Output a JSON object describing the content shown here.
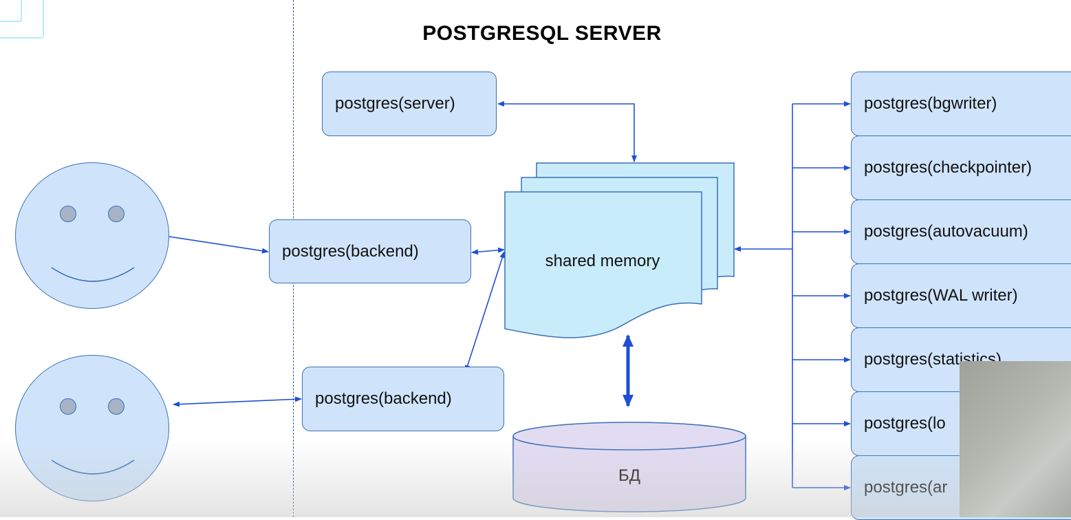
{
  "title": "POSTGRESQL SERVER",
  "server_process": "postgres(server)",
  "backends": [
    "postgres(backend)",
    "postgres(backend)"
  ],
  "shared_memory": "shared memory",
  "database": "БД",
  "aux_processes": [
    "postgres(bgwriter)",
    "postgres(checkpointer)",
    "postgres(autovacuum)",
    "postgres(WAL writer)",
    "postgres(statistics)",
    "postgres(lo",
    "postgres(ar"
  ],
  "colors": {
    "box_fill": "#cfe4fb",
    "box_border": "#3a6fb5",
    "memory_fill": "#c9ecfb",
    "db_fill": "#e2dcf3",
    "arrow": "#1f4fd6"
  }
}
